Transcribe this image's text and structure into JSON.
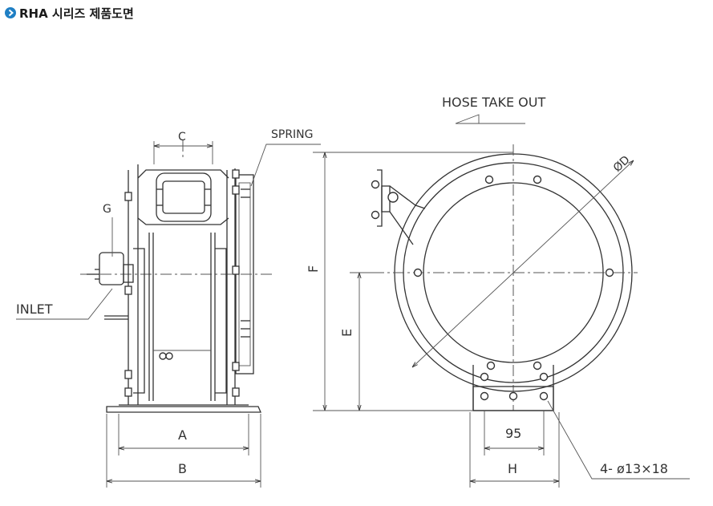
{
  "header": {
    "title": "RHA 시리즈 제품도면",
    "bullet_color": "#1f7fc4"
  },
  "labels": {
    "hose_take_out": "HOSE TAKE OUT",
    "spring": "SPRING",
    "g": "G",
    "c": "C",
    "inlet": "INLET",
    "a": "A",
    "b": "B",
    "f": "F",
    "e": "E",
    "phi_d": "ØD",
    "dim_95": "95",
    "h": "H",
    "holes": "4- ø13×18"
  },
  "colors": {
    "line": "#333333"
  }
}
